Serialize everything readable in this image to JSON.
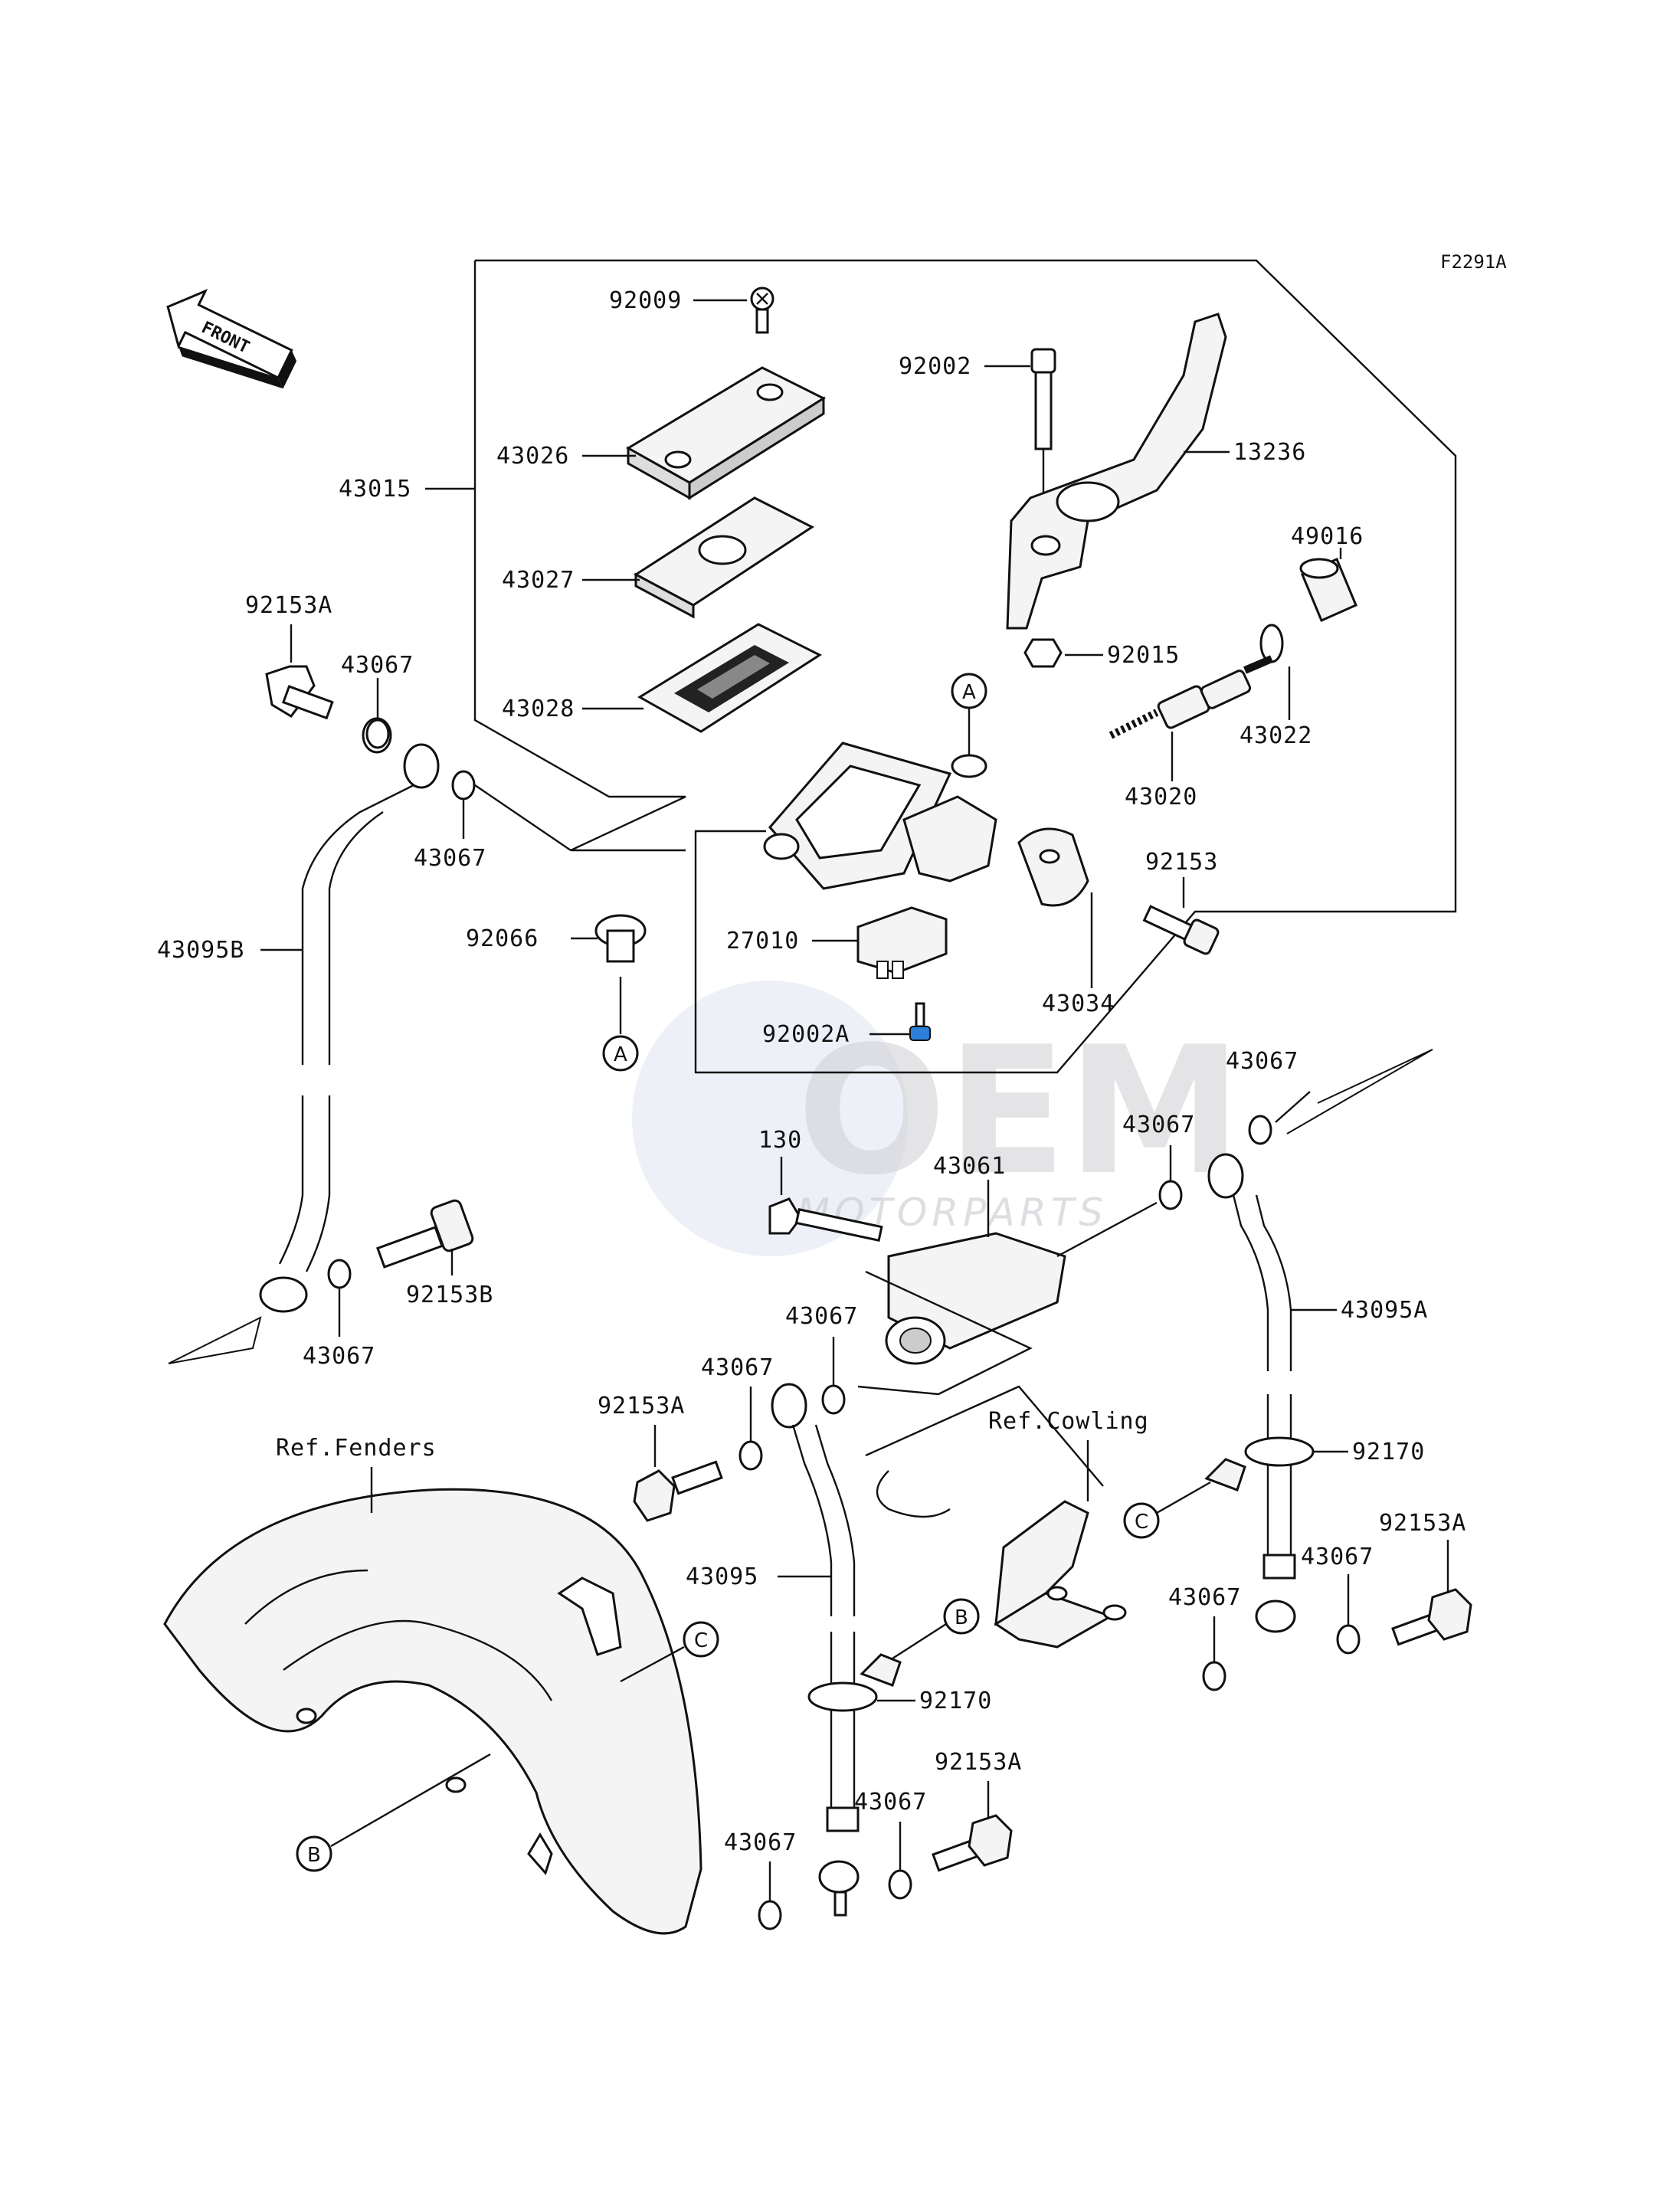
{
  "diagram_code": "F2291A",
  "front_arrow": {
    "text": "FRONT"
  },
  "watermark": {
    "brand": "OEM",
    "tagline": "MOTORPARTS"
  },
  "references": {
    "fenders": "Ref.Fenders",
    "cowling": "Ref.Cowling"
  },
  "callouts": {
    "a": "A",
    "b": "B",
    "c": "C"
  },
  "parts": {
    "p92009": "92009",
    "p43026": "43026",
    "p43015": "43015",
    "p43027": "43027",
    "p43028": "43028",
    "p92002": "92002",
    "p13236": "13236",
    "p49016": "49016",
    "p92015": "92015",
    "p43022": "43022",
    "p43020": "43020",
    "p92153": "92153",
    "p27010": "27010",
    "p43034": "43034",
    "p92002A": "92002A",
    "p92066": "92066",
    "p92153A_top": "92153A",
    "p43067_1": "43067",
    "p43067_2": "43067",
    "p43095B": "43095B",
    "p92153B": "92153B",
    "p43067_3": "43067",
    "p130": "130",
    "p43061": "43061",
    "p43067_4": "43067",
    "p43067_5": "43067",
    "p43095A": "43095A",
    "p43067_6": "43067",
    "p43067_7": "43067",
    "p92153A_mid": "92153A",
    "p92170_right": "92170",
    "p92153A_right": "92153A",
    "p43067_8": "43067",
    "p43067_9": "43067",
    "p43095": "43095",
    "p92170_bottom": "92170",
    "p92153A_bottom": "92153A",
    "p43067_10": "43067",
    "p43067_11": "43067"
  }
}
